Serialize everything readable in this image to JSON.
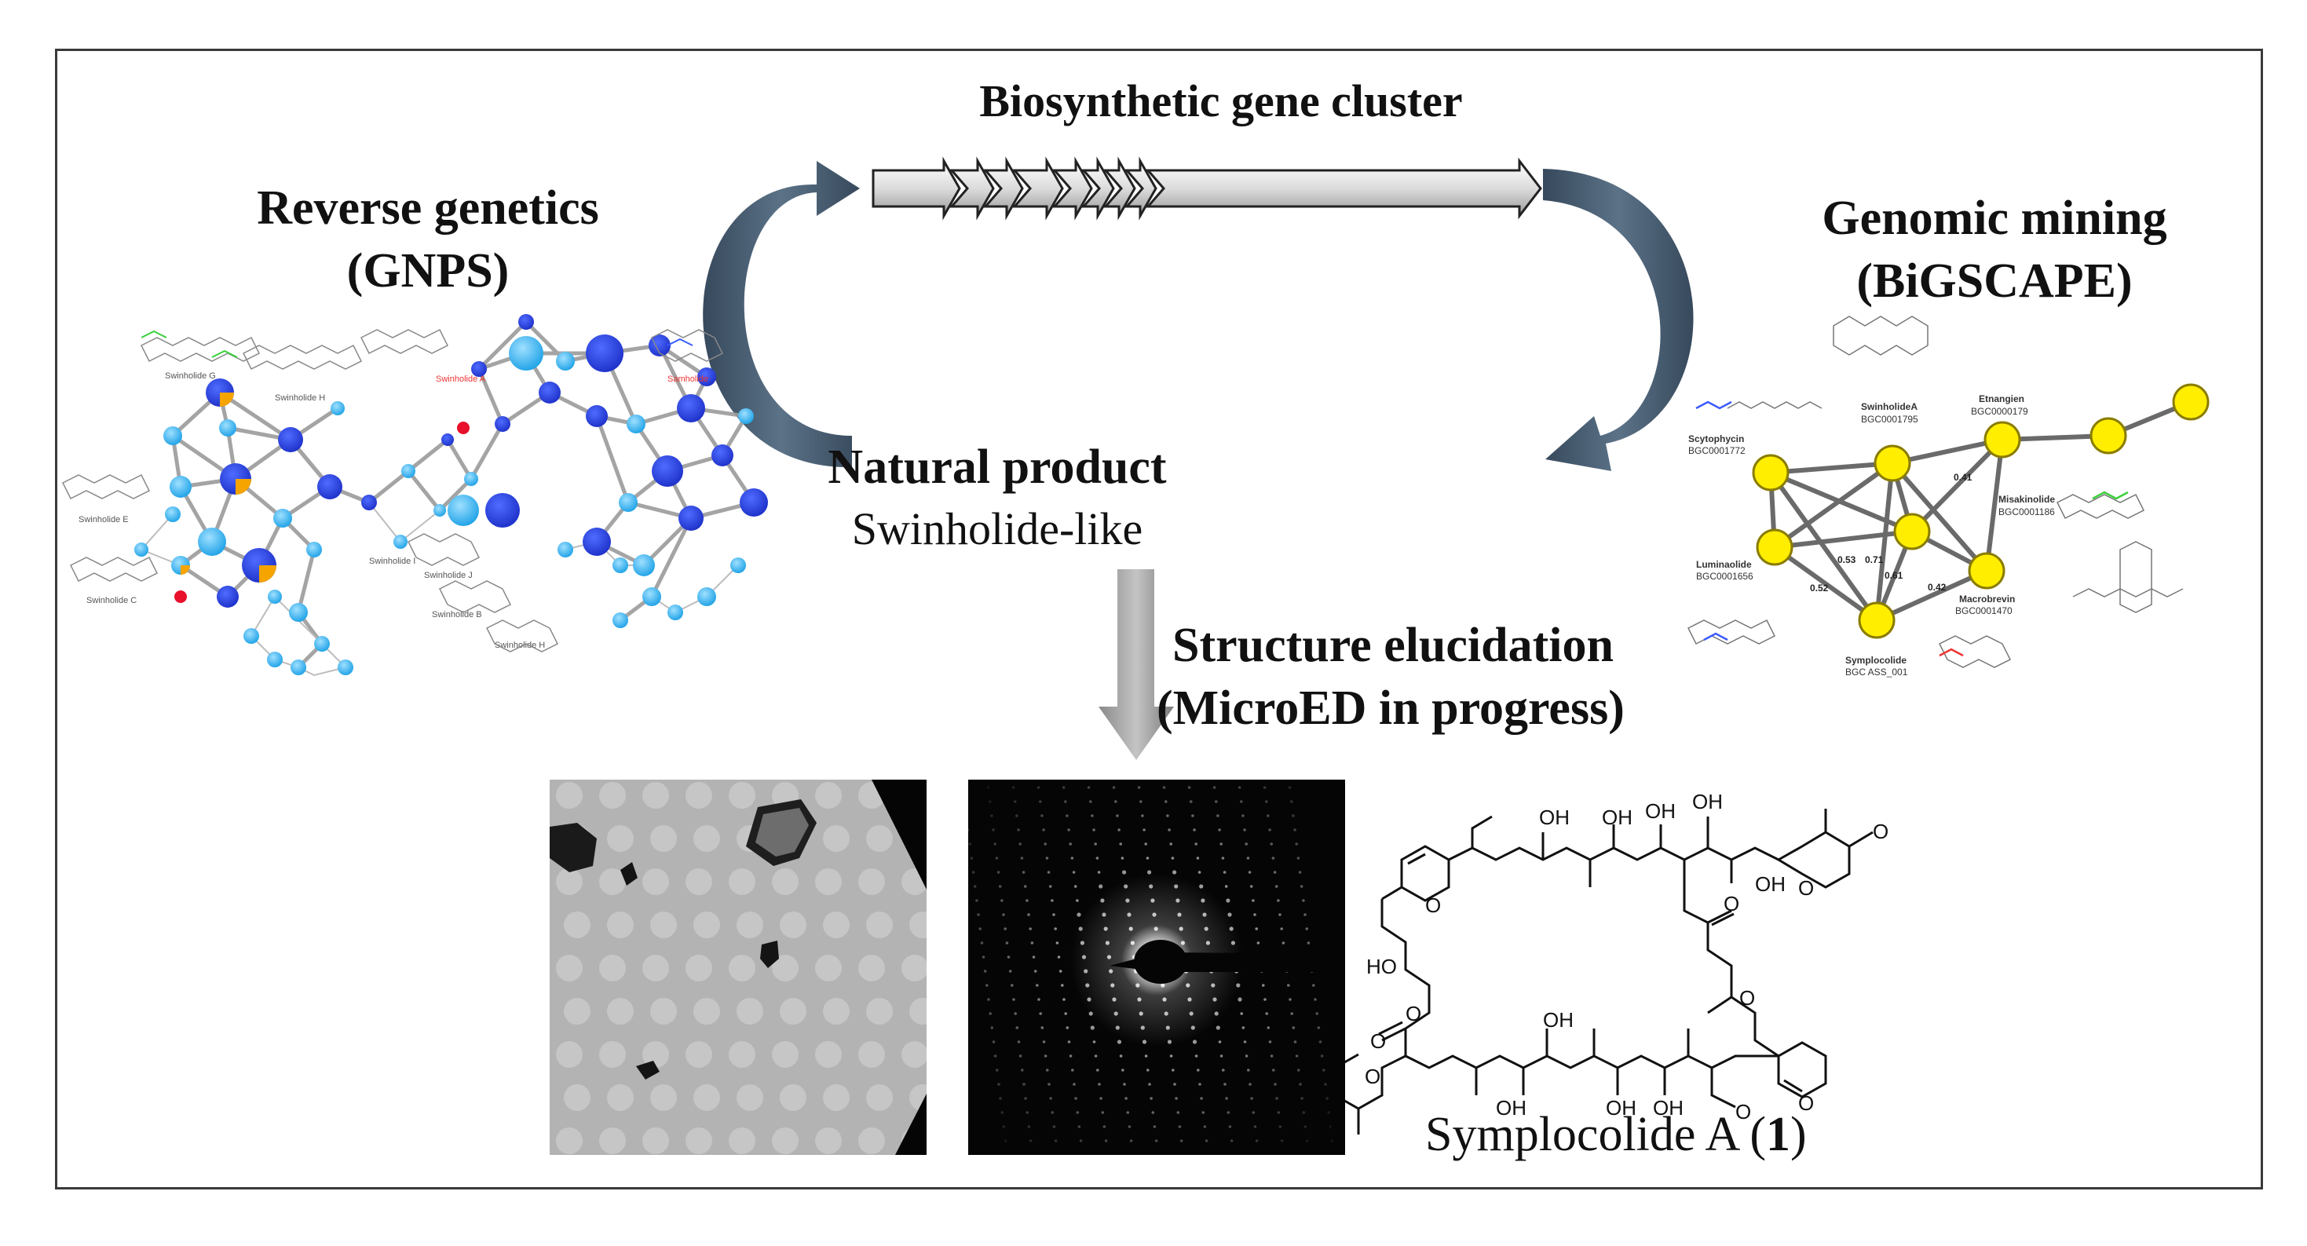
{
  "titles": {
    "bgc": "Biosynthetic gene cluster",
    "reverse_genetics": "Reverse genetics",
    "reverse_genetics_sub": "(GNPS)",
    "genomic_mining": "Genomic mining",
    "genomic_mining_sub": "(BiGSCAPE)",
    "natural_product": "Natural product",
    "natural_product_sub": "Swinholide-like",
    "structure_elucidation": "Structure elucidation",
    "structure_elucidation_sub": "(MicroED in progress)",
    "compound_name": "Symplocolide A (",
    "compound_number": "1",
    "compound_close": ")"
  },
  "gnps_labels": {
    "swinholide_g": "Swinholide G",
    "swinholide_h": "Swinholide H",
    "swinholide_a": "Swinholide A",
    "samholide": "Samholide",
    "swinholide_e": "Swinholide E",
    "swinholide_c": "Swinholide C",
    "swinholide_i": "Swinholide I",
    "swinholide_j": "Swinholide J",
    "swinholide_b": "Swinholide B",
    "swinholide_hh": "Swinholide H"
  },
  "bigscape_nodes": {
    "scytophycin": "Scytophycin",
    "scytophycin_id": "BGC0001772",
    "swinholide": "SwinholideA",
    "swinholide_id": "BGC0001795",
    "etnangien": "Etnangien",
    "etnangien_id": "BGC0000179",
    "misakinolide": "Misakinolide",
    "misakinolide_id": "BGC0001186",
    "luminaolide": "Luminaolide",
    "luminaolide_id": "BGC0001656",
    "macrobrevin": "Macrobrevin",
    "macrobrevin_id": "BGC0001470",
    "symplocolide": "Symplocolide",
    "symplocolide_id": "BGC ASS_001"
  },
  "bigscape_edges": {
    "e1": "0.41",
    "e2": "0.53",
    "e3": "0.71",
    "e4": "0.52",
    "e5": "0.42",
    "e6": "0.61"
  },
  "structure_labels": {
    "oh": "OH",
    "ho": "HO",
    "o": "O"
  },
  "colors": {
    "arrow": "#4d5f72",
    "gene_fill": "#e8e8e8",
    "node_yellow": "#ffee00",
    "gnps_blue": "#1f3fdc",
    "gnps_light": "#29a9e8",
    "gnps_orange": "#f5a400"
  }
}
